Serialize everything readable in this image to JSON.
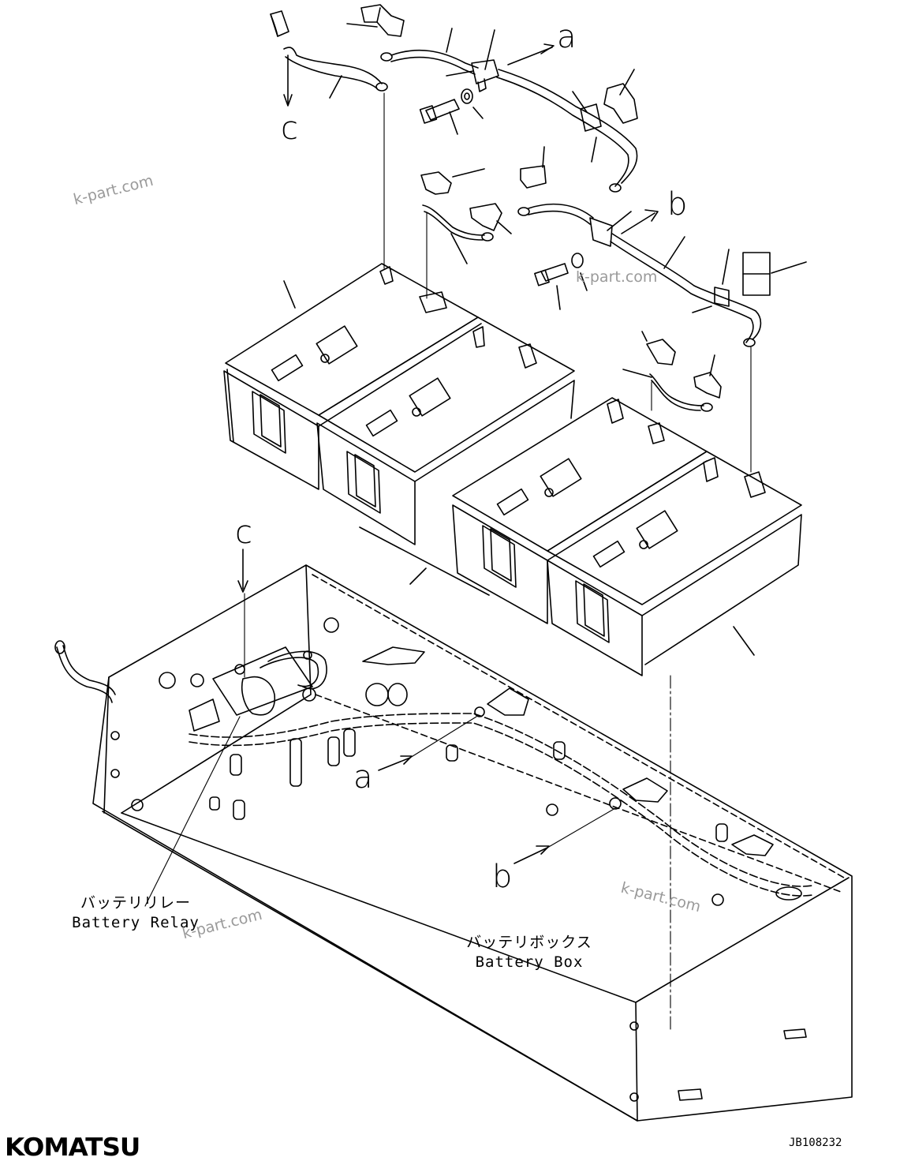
{
  "callouts": {
    "a_top": "a",
    "b_top": "b",
    "c_top": "c",
    "c_mid": "c",
    "a_low": "a",
    "b_low": "b"
  },
  "captions": {
    "relay_jp": "バッテリリレー",
    "relay_en": "Battery Relay",
    "box_jp": "バッテリボックス",
    "box_en": "Battery Box"
  },
  "watermarks": {
    "w1": "k-part.com",
    "w2": "k-part.com",
    "w3": "k-part.com",
    "w4": "k-part.com"
  },
  "footer": {
    "brand": "KOMATSU",
    "doc_id": "JB108232"
  }
}
